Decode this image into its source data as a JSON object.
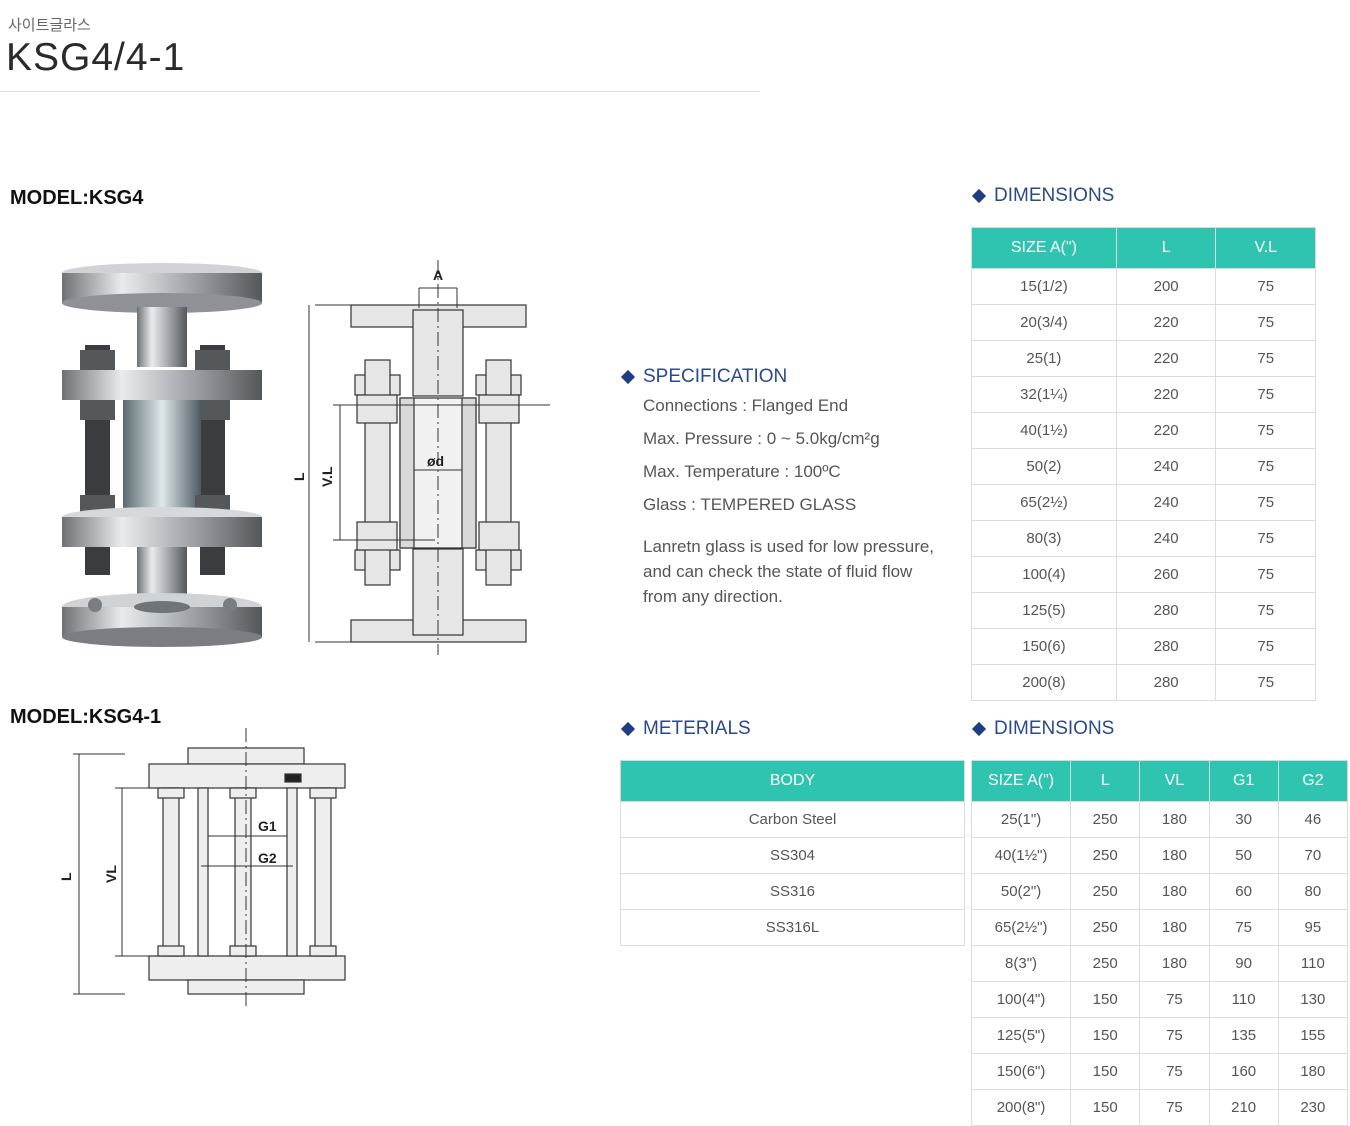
{
  "header": {
    "subtitle": "사이트글라스",
    "title": "KSG4/4-1"
  },
  "models": {
    "ksg4": "MODEL:KSG4",
    "ksg4_1": "MODEL:KSG4-1"
  },
  "drawing1_labels": {
    "a": "A",
    "l": "L",
    "vl": "V.L",
    "d": "ød"
  },
  "drawing2_labels": {
    "l": "L",
    "vl": "VL",
    "g1": "G1",
    "g2": "G2"
  },
  "specification": {
    "heading": "SPECIFICATION",
    "lines": [
      "Connections : Flanged End",
      "Max. Pressure : 0 ~ 5.0kg/cm²g",
      "Max. Temperature : 100ºC",
      "Glass : TEMPERED GLASS"
    ],
    "description": "Lanretn glass is used for low pressure, and can check the state of fluid flow from any direction."
  },
  "materials": {
    "heading": "METERIALS",
    "column": "BODY",
    "rows": [
      "Carbon Steel",
      "SS304",
      "SS316",
      "SS316L"
    ]
  },
  "dimensions1": {
    "heading": "DIMENSIONS",
    "columns": [
      "SIZE A(\")",
      "L",
      "V.L"
    ],
    "rows": [
      [
        "15(1/2)",
        "200",
        "75"
      ],
      [
        "20(3/4)",
        "220",
        "75"
      ],
      [
        "25(1)",
        "220",
        "75"
      ],
      [
        "32(1¼)",
        "220",
        "75"
      ],
      [
        "40(1½)",
        "220",
        "75"
      ],
      [
        "50(2)",
        "240",
        "75"
      ],
      [
        "65(2½)",
        "240",
        "75"
      ],
      [
        "80(3)",
        "240",
        "75"
      ],
      [
        "100(4)",
        "260",
        "75"
      ],
      [
        "125(5)",
        "280",
        "75"
      ],
      [
        "150(6)",
        "280",
        "75"
      ],
      [
        "200(8)",
        "280",
        "75"
      ]
    ]
  },
  "dimensions2": {
    "heading": "DIMENSIONS",
    "columns": [
      "SIZE A(\")",
      "L",
      "VL",
      "G1",
      "G2"
    ],
    "rows": [
      [
        "25(1\")",
        "250",
        "180",
        "30",
        "46"
      ],
      [
        "40(1½\")",
        "250",
        "180",
        "50",
        "70"
      ],
      [
        "50(2\")",
        "250",
        "180",
        "60",
        "80"
      ],
      [
        "65(2½\")",
        "250",
        "180",
        "75",
        "95"
      ],
      [
        "8(3\")",
        "250",
        "180",
        "90",
        "110"
      ],
      [
        "100(4\")",
        "150",
        "75",
        "110",
        "130"
      ],
      [
        "125(5\")",
        "150",
        "75",
        "135",
        "155"
      ],
      [
        "150(6\")",
        "150",
        "75",
        "160",
        "180"
      ],
      [
        "200(8\")",
        "150",
        "75",
        "210",
        "230"
      ]
    ]
  },
  "colors": {
    "accent": "#2ec4b0",
    "heading": "#2a4a8a",
    "diamond": "#1e3d82"
  }
}
